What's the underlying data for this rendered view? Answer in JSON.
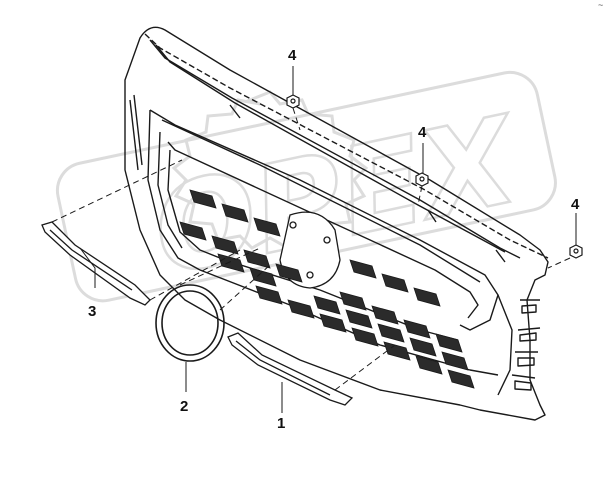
{
  "watermark": {
    "logo_text": "OPEX",
    "color": "#d9d9d9"
  },
  "colors": {
    "line": "#1a1a1a",
    "mesh_dark": "#2b2b2b",
    "background": "#ffffff"
  },
  "callouts": {
    "part1": "1",
    "part2": "2",
    "part3": "3",
    "part4a": "4",
    "part4b": "4",
    "part4c": "4"
  },
  "corner_mark": "~"
}
